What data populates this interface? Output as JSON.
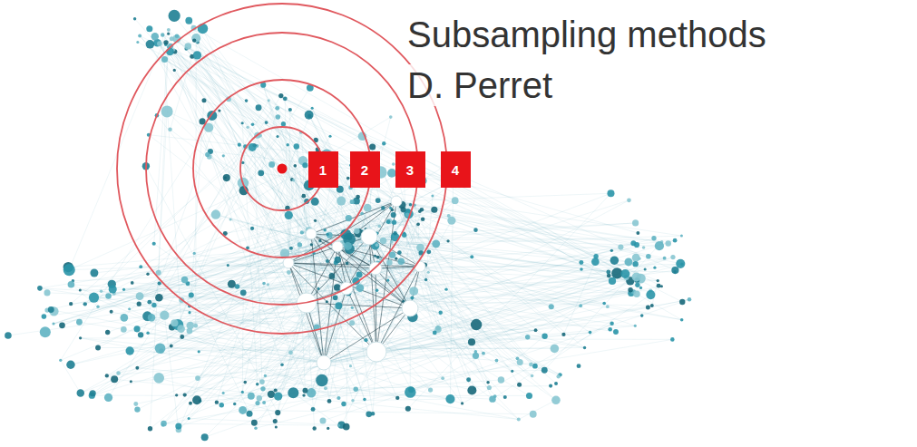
{
  "diagram": {
    "title": "Subsampling methods",
    "nodes": [
      {
        "text": [
          "1"
        ]
      },
      {
        "text": [
          "2"
        ]
      },
      {
        "text": [
          "3"
        ]
      },
      {
        "text": [
          "4"
        ]
      }
    ],
    "labels": [
      "D. Perret"
    ]
  }
}
